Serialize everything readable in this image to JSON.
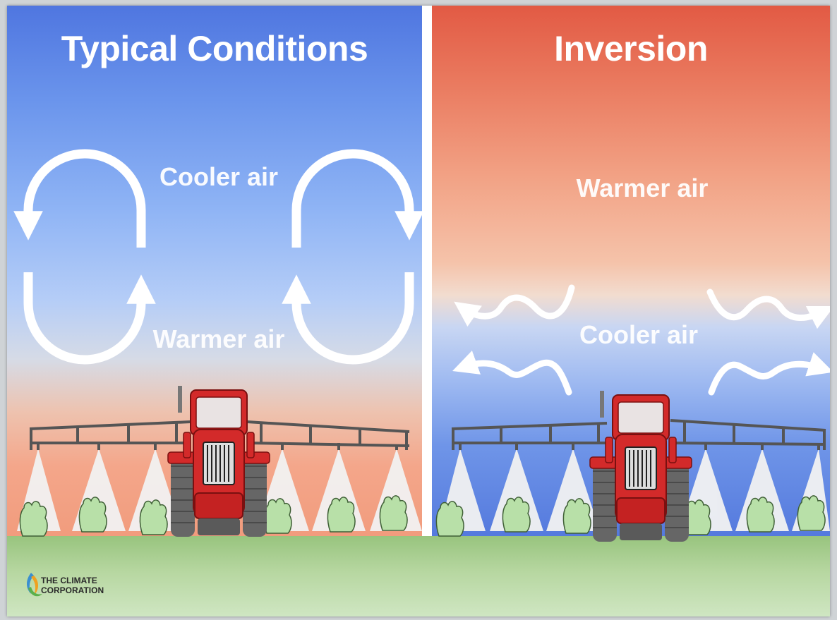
{
  "left_panel": {
    "title": "Typical Conditions",
    "upper_label": "Cooler air",
    "lower_label": "Warmer air"
  },
  "right_panel": {
    "title": "Inversion",
    "upper_label": "Warmer air",
    "lower_label": "Cooler air"
  },
  "logo": {
    "line1": "THE CLIMATE",
    "line2": "CORPORATION"
  },
  "colors": {
    "tractor_red": "#d32a2a",
    "plant_green": "#b5dfa6",
    "spray_white": "#f2f2f2"
  }
}
